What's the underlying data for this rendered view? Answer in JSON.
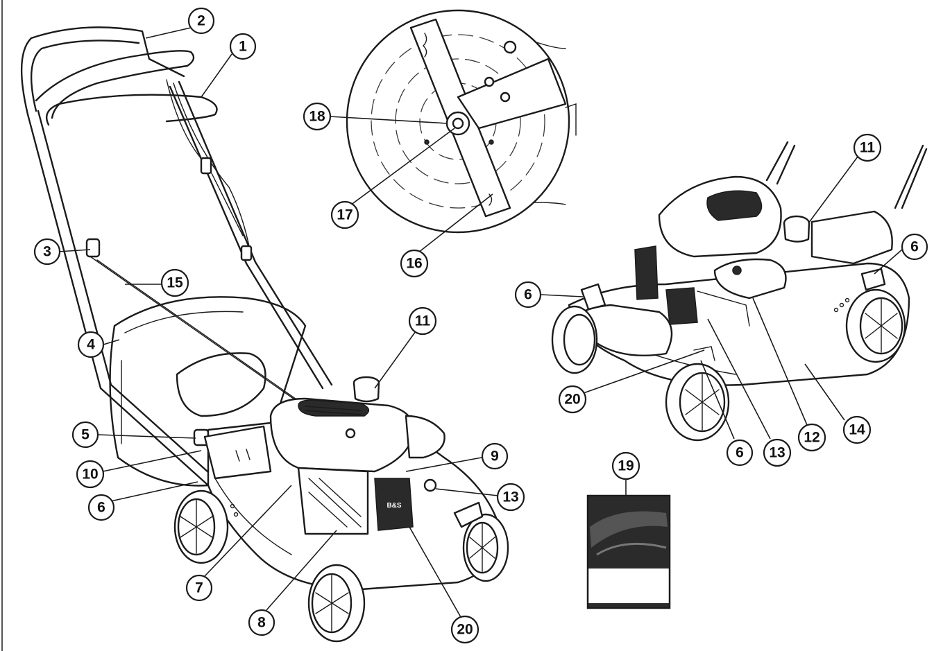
{
  "callouts": [
    {
      "label": "1"
    },
    {
      "label": "2"
    },
    {
      "label": "3"
    },
    {
      "label": "4"
    },
    {
      "label": "5"
    },
    {
      "label": "6"
    },
    {
      "label": "7"
    },
    {
      "label": "8"
    },
    {
      "label": "9"
    },
    {
      "label": "10"
    },
    {
      "label": "11"
    },
    {
      "label": "12"
    },
    {
      "label": "13"
    },
    {
      "label": "14"
    },
    {
      "label": "15"
    },
    {
      "label": "16"
    },
    {
      "label": "17"
    },
    {
      "label": "18"
    },
    {
      "label": "19"
    },
    {
      "label": "20"
    },
    {
      "label": "6"
    },
    {
      "label": "6"
    },
    {
      "label": "6"
    },
    {
      "label": "11"
    },
    {
      "label": "13"
    },
    {
      "label": "13"
    },
    {
      "label": "20"
    }
  ],
  "colors": {
    "line": "#1b1b1b",
    "paper": "#ffffff",
    "shade": "#d9d9d9",
    "dark": "#2a2a2a"
  },
  "icons": [
    "lawn-mower-rear-view",
    "lawn-mower-front-view",
    "blade-detail",
    "manual-booklet"
  ]
}
